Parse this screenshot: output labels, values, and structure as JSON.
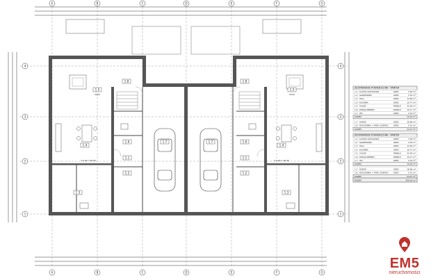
{
  "axes": {
    "top": [
      "A",
      "B",
      "C",
      "D",
      "E",
      "F",
      "G"
    ],
    "left": [
      "4",
      "3",
      "2",
      "1"
    ],
    "right": [
      "4",
      "3",
      "2",
      "1"
    ]
  },
  "rooms_left": [
    {
      "num": "1.5",
      "area": "35.83"
    },
    {
      "num": "1.8",
      "area": ""
    },
    {
      "num": "1.6",
      "area": ""
    },
    {
      "num": "1.4",
      "area": ""
    },
    {
      "num": "1.1",
      "area": ""
    },
    {
      "num": "1.2",
      "area": ""
    },
    {
      "num": "1.3",
      "area": ""
    }
  ],
  "rooms_right": [
    {
      "num": "1.5",
      "area": "35.83"
    },
    {
      "num": "1.8",
      "area": ""
    },
    {
      "num": "1.6",
      "area": ""
    },
    {
      "num": "1.4",
      "area": ""
    },
    {
      "num": "1.1",
      "area": ""
    },
    {
      "num": "1.2",
      "area": ""
    },
    {
      "num": "1.3",
      "area": ""
    }
  ],
  "garage": {
    "left": "1.7",
    "right": "1.7"
  },
  "table1": {
    "title": "ZESTAWIENIE POWIERZCHNI - PARTER",
    "rows": [
      {
        "no": "1.1",
        "name": "KLATKA SCHODOWA",
        "floor": "GRES",
        "area": "3.92 m²"
      },
      {
        "no": "1.2",
        "name": "GARDEROBA",
        "floor": "GRES",
        "area": "3.53 m²"
      },
      {
        "no": "1.3",
        "name": "HALL",
        "floor": "GRES",
        "area": "12.84 m²"
      },
      {
        "no": "1.4",
        "name": "KUCHNIA",
        "floor": "GRES",
        "area": "10.77 m²"
      },
      {
        "no": "1.5",
        "name": "SALON",
        "floor": "PANELE",
        "area": "35.83 m²"
      },
      {
        "no": "1.6",
        "name": "POKÓJ DZIENNY",
        "floor": "PANELE",
        "area": "10.17 m²"
      },
      {
        "no": "1.7",
        "name": "WC",
        "floor": "GRES",
        "area": "2.10 m²"
      }
    ],
    "sum_label": "RAZEM",
    "sum_value": "79.16 m²",
    "extra": [
      {
        "no": "1.7",
        "name": "GARAŻ",
        "floor": "GRES",
        "area": "18.96 m²"
      },
      {
        "no": "1.8",
        "name": "KOTŁOWNIA + POM. GOSPOD.",
        "floor": "GRES",
        "area": "5.51 m²"
      }
    ],
    "extra_sum": "24.47 m²"
  },
  "table2": {
    "title": "ZESTAWIENIE POWIERZCHNI - PARTER",
    "rows": [
      {
        "no": "1.1",
        "name": "KLATKA SCHODOWA",
        "floor": "GRES",
        "area": "3.92 m²"
      },
      {
        "no": "1.2",
        "name": "GARDEROBA",
        "floor": "GRES",
        "area": "3.53 m²"
      },
      {
        "no": "1.3",
        "name": "HALL",
        "floor": "GRES",
        "area": "12.84 m²"
      },
      {
        "no": "1.4",
        "name": "KUCHNIA",
        "floor": "GRES",
        "area": "10.77 m²"
      },
      {
        "no": "1.5",
        "name": "SALON",
        "floor": "PANELE",
        "area": "35.83 m²"
      },
      {
        "no": "1.6",
        "name": "POKÓJ DZIENNY",
        "floor": "PANELE",
        "area": "10.17 m²"
      },
      {
        "no": "1.7",
        "name": "WC",
        "floor": "GRES",
        "area": "2.10 m²"
      }
    ],
    "sum_label": "RAZEM",
    "sum_value": "79.16 m²",
    "extra": [
      {
        "no": "1.7",
        "name": "GARAŻ",
        "floor": "GRES",
        "area": "18.96 m²"
      },
      {
        "no": "1.8",
        "name": "KOTŁOWNIA + POM. GOSPOD.",
        "floor": "GRES",
        "area": "5.51 m²"
      }
    ],
    "extra_sum": "24.47 m²"
  },
  "total": {
    "label": "RAZEM",
    "value": "206.63 m²"
  },
  "levels": {
    "left": "± 0.00 = 99.38",
    "right": "± 0.00 = 99.38"
  },
  "logo": {
    "brand": "EM5",
    "sub": "nieruchomości",
    "color": "#c0312b"
  }
}
